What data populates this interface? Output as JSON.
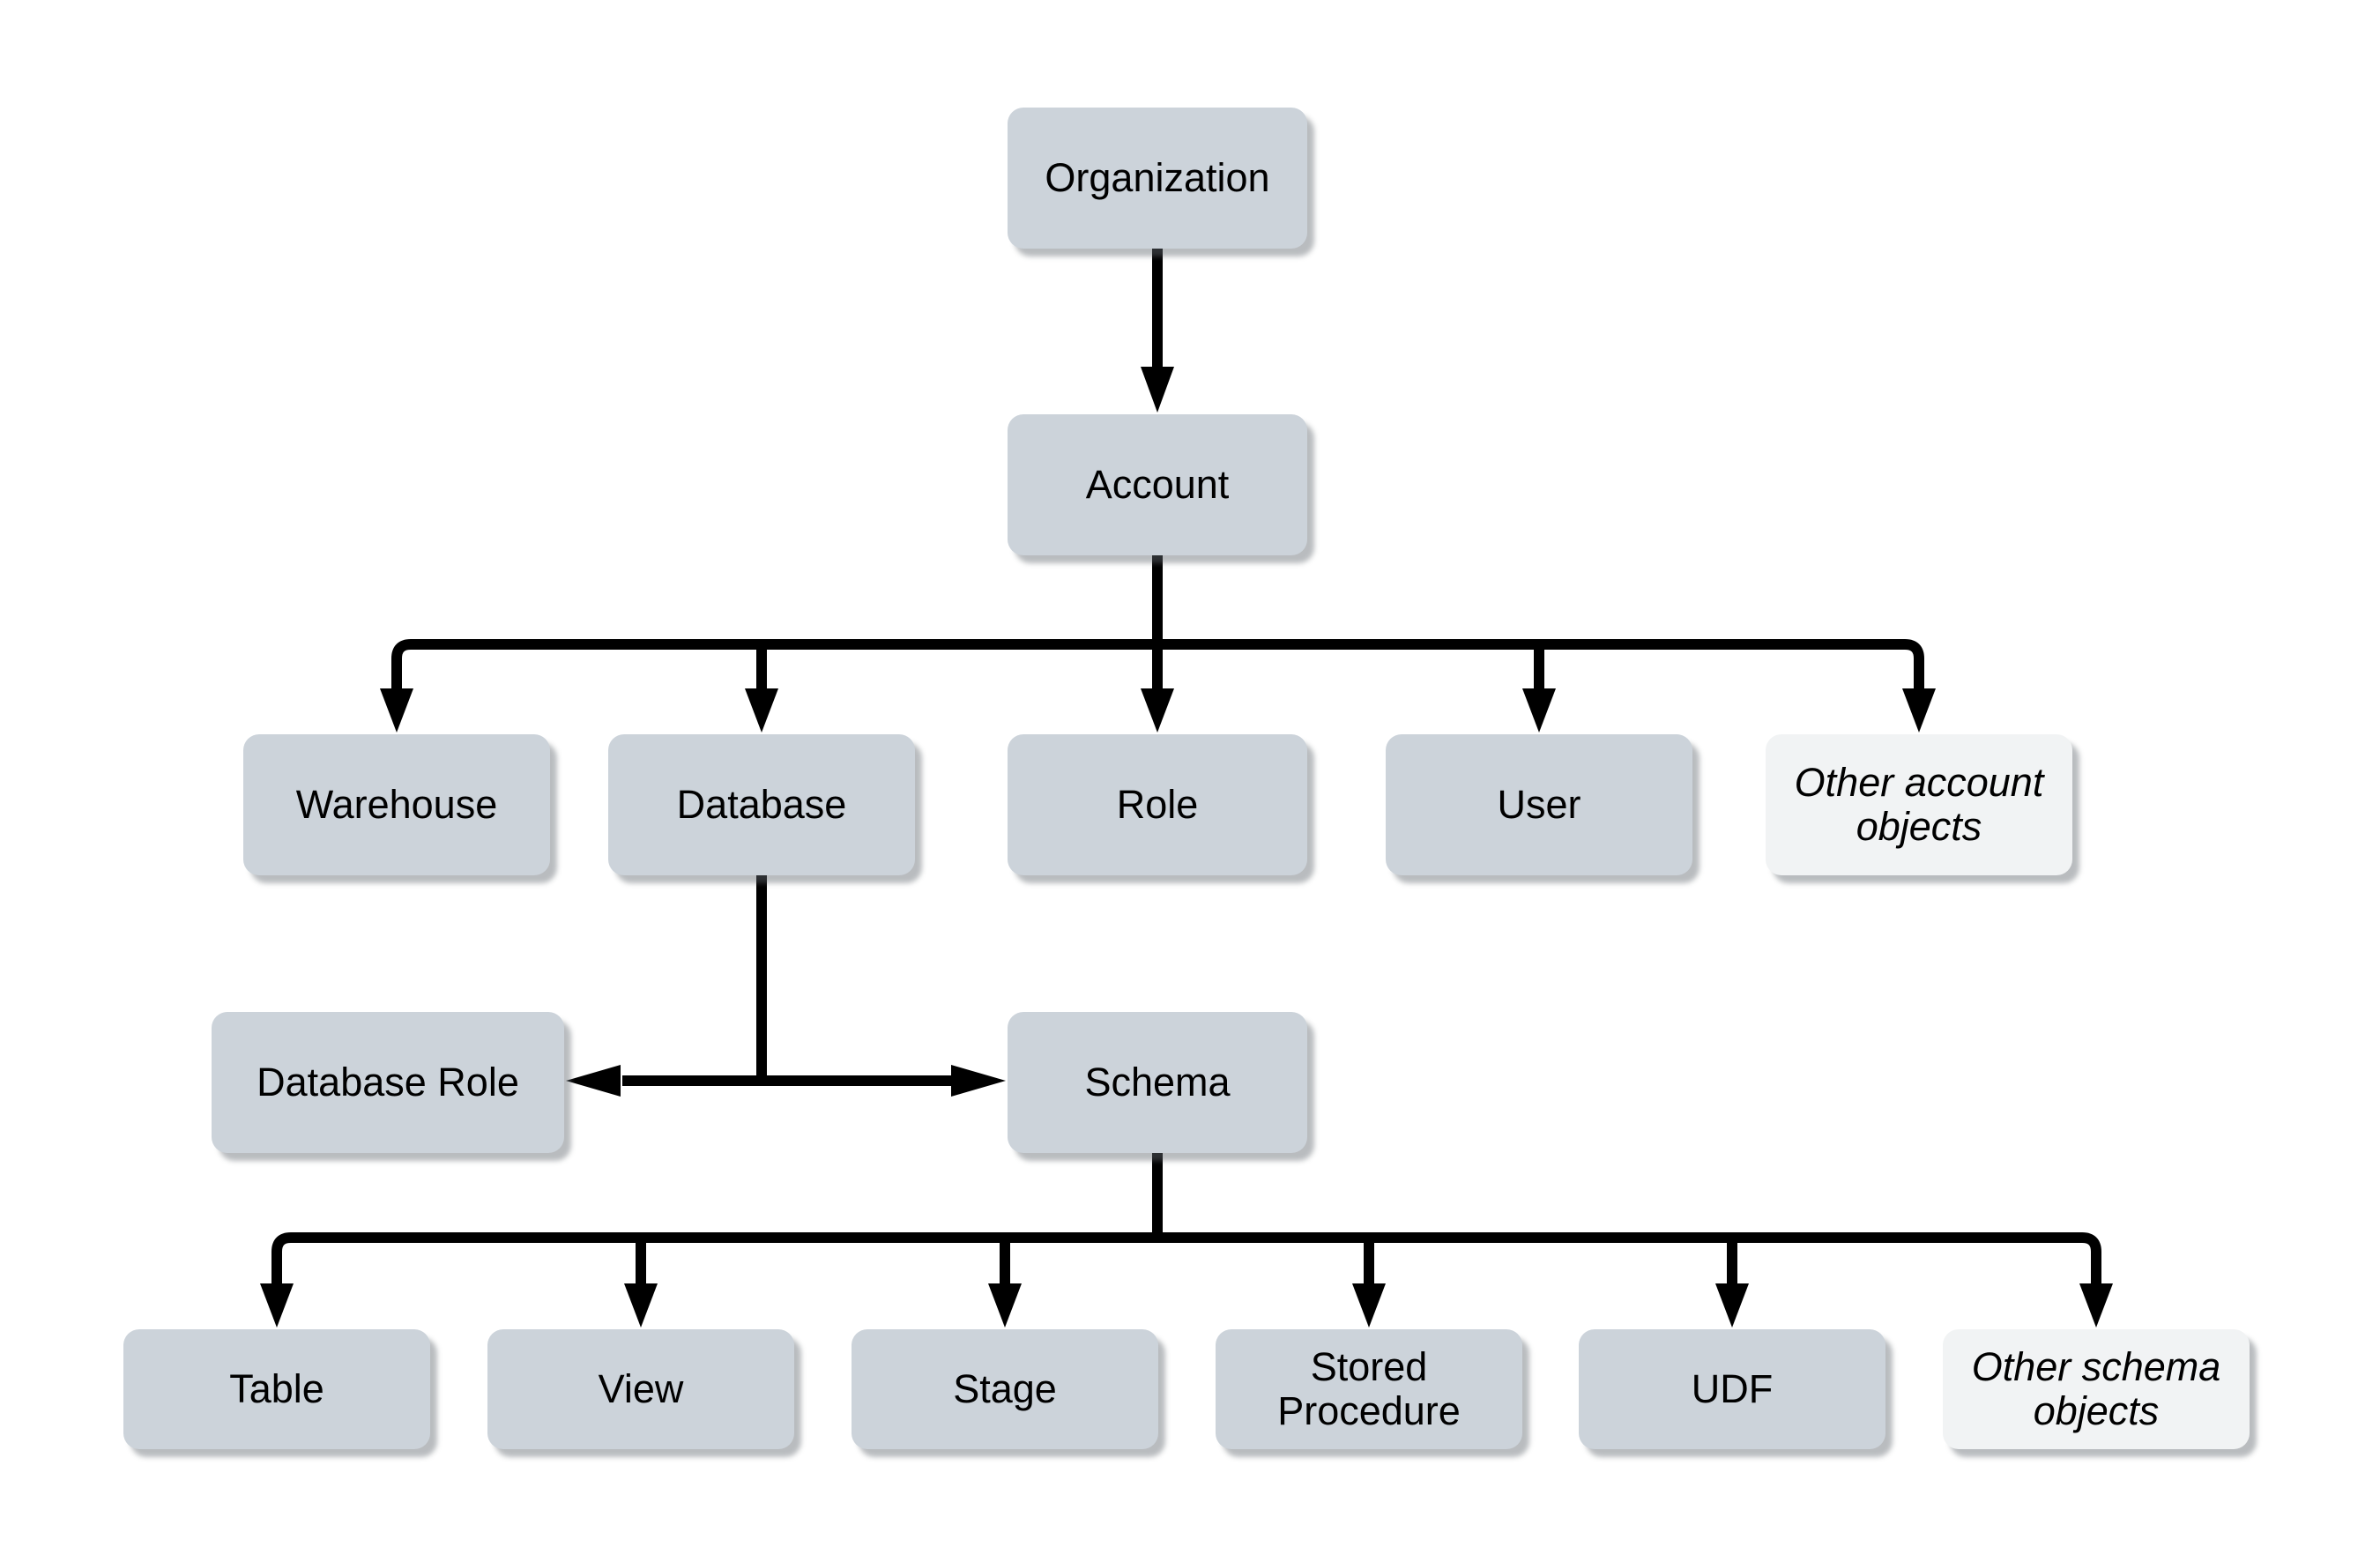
{
  "colors": {
    "node_fill": "#ccd3da",
    "node_fill_alt": "#f1f3f4",
    "connector": "#000000",
    "text": "#000000",
    "background": "#ffffff"
  },
  "nodes": {
    "organization": {
      "label": "Organization"
    },
    "account": {
      "label": "Account"
    },
    "warehouse": {
      "label": "Warehouse"
    },
    "database": {
      "label": "Database"
    },
    "role": {
      "label": "Role"
    },
    "user": {
      "label": "User"
    },
    "other_account": {
      "label": "Other account\nobjects"
    },
    "database_role": {
      "label": "Database Role"
    },
    "schema": {
      "label": "Schema"
    },
    "table": {
      "label": "Table"
    },
    "view": {
      "label": "View"
    },
    "stage": {
      "label": "Stage"
    },
    "stored_procedure": {
      "label": "Stored\nProcedure"
    },
    "udf": {
      "label": "UDF"
    },
    "other_schema": {
      "label": "Other schema\nobjects"
    }
  },
  "edges": [
    {
      "from": "Organization",
      "to": "Account"
    },
    {
      "from": "Account",
      "to": "Warehouse"
    },
    {
      "from": "Account",
      "to": "Database"
    },
    {
      "from": "Account",
      "to": "Role"
    },
    {
      "from": "Account",
      "to": "User"
    },
    {
      "from": "Account",
      "to": "Other account objects"
    },
    {
      "from": "Database",
      "to": "Database Role"
    },
    {
      "from": "Database",
      "to": "Schema"
    },
    {
      "from": "Schema",
      "to": "Table"
    },
    {
      "from": "Schema",
      "to": "View"
    },
    {
      "from": "Schema",
      "to": "Stage"
    },
    {
      "from": "Schema",
      "to": "Stored Procedure"
    },
    {
      "from": "Schema",
      "to": "UDF"
    },
    {
      "from": "Schema",
      "to": "Other schema objects"
    }
  ]
}
